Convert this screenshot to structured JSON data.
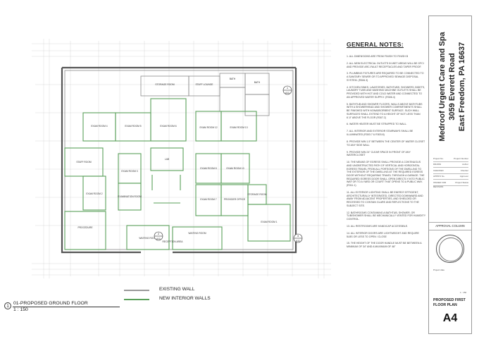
{
  "plan": {
    "rooms": {
      "storage_room": "STORAGE ROOM",
      "staff_lounge": "STAFF LOUNGE",
      "bath_top": "BATH",
      "bath_top2": "BATH",
      "exam_1": "EXAM ROOM 1",
      "exam_2": "EXAM ROOM 2",
      "exam_3": "EXAM ROOM 3",
      "exam_4": "EXAM ROOM 4",
      "exam_5": "EXAM ROOM 5",
      "exam_6": "EXAM ROOM 6",
      "exam_7": "EXAM ROOM 7",
      "exam_8": "EXAM ROOM 8",
      "exam_10": "EXAM ROOM 10",
      "exam_12": "EXAM ROOM 12",
      "exam_13": "EXAM ROOM 13",
      "staff_room": "STAFF ROOM",
      "lab": "LAB",
      "examination_room": "EXAMINATION ROOM",
      "provider_office": "PROVIDER OFFICE",
      "storage_room_2": "STORAGE ROOM",
      "procedure": "PROCEDURE",
      "waiting_room": "WAITING ROOM",
      "waiting_room_2": "WAITING ROOM",
      "reception": "RECEPTION AREA"
    },
    "section_marks": [
      {
        "num": "1",
        "sheet": "A11"
      },
      {
        "num": "2",
        "sheet": "A11"
      },
      {
        "num": "3",
        "sheet": "A11"
      }
    ]
  },
  "notes": {
    "title": "GENERAL NOTES:",
    "items": [
      "1. ALL DIMENSIONS ARE FROM FINISH TO FINISH B",
      "2. ALL NEW ELECTRICAL OUTLETS IN WET AREAS WILL BE GFCI AND PROVIDE ARC-FAULT RECEPTACLES AND TAPER PROOF.",
      "3. PLUMBING FIXTURES ARE REQUIRED TO BE CONNECTED TO A SANITARY SEWER OR TO APPROVED SEWAGE DISPOSAL SYSTEM. (R306.3)",
      "4. KITCHEN SINKS, LAVATORIES, BATHTUBS, SHOWERS, BIDETS, LAUNDRY TUBS AND WASHING MACHINE OUTLETS SHALL BE PROVIDED WITH HOT AND COLD WATER AND CONNECTED TO AN APPROVED WATER SUPPLY. (R306.4)",
      "5. BATHTUB AND SHOWER FLOORS, WALLS ABOVE BATHTUBS WITH A SHOWERHEAD AND SHOWER COMPARTMENTS SHALL BE FINISHED WITH NONABSORBENT SURFACE. SUCH WALL SURFACES SHALL EXTEND TO A HEIGHT OF NOT LESS THAN 6'-0\" ABOVE THE FLOOR (R307.2)",
      "6. WATER HEATER MUST BE STRAPPED TO WALL.",
      "7. ALL INTERIOR AND EXTERIOR STAIRWAYS SHALL BE ILLUMINATED (R303.7 & R303.8)",
      "8. PROVIDE MIN 1.5\" BETWEEN THE CENTER OF WATER CLOSET TO ANY SIDE WALL",
      "9. PROVIDE MIN 24\" CLEAR SPACE IN FRONT OF ANY WATERCLOSET",
      "10. THE MEANS OF EGRESS SHALL PROVIDE A CONTINUOUS AND UNOBSTRUCTED PATH OF VERTICAL AND HORIZONTAL EGRESS TRAVEL FROM ALL PORTIONS OF THE DWELLING TO THE EXTERIOR OF THE DWELLING AT THE REQUIRED EGRESS DOOR WITHOUT REQUIRING TRAVEL THROUGH A GARAGE. THE REQUIRED EGRESS DOOR SHALL OPEN DIRECTLY INTO PUBLIC WAY OR TO A YARD OR COURT THAT OPENS TO A PUBLIC WAY. (R311.1)",
      "11. ALL EXTERIOR LIGHTING SHALL BE ENERGY EFFICIENT, ARCHITECTURALLY INTEGRATED, DIRECTED DOWNWARD AND AWAY FROM ADJACENT PROPERTIES, AND SHIELDED OR RECESSED TO CONTAIN GLARE AND REFLECTIONS TO THE SUBJECT SITE.",
      "12. BATHROOMS CONTAINING A BATHTUB, SHOWER, OR TUB/SHOWER SHALL BE MECHANICALLY VENTED FOR HUMIDITY CONTROL.",
      "13. ALL RESTROOMS ARE HANDICAP ACCESSIBLE.",
      "14. ALL INTERIOR DOORS ARE LIGHTWEIGHT AND REQUIRE 5lbs OR LESS TO OPEN / CLOSE",
      "15. THE HEIGHT OF THE DOOR HANDLE MUST BE BETWEEN A MINIMUM OF 34\" AND A MAXIMUM OF 48\""
    ]
  },
  "title_block": {
    "project_name": "Medroof Urgent Care and Spa",
    "address_line1": "3059 Everett Road",
    "address_line2": "East Freedom, PA 16637",
    "rows": [
      {
        "label": "Project No.",
        "value": "Project Number"
      },
      {
        "label": "DRAWN",
        "value": "Author"
      },
      {
        "label": "CHECKED",
        "value": "Checker"
      },
      {
        "label": "APPR'D No.",
        "value": "Approver"
      },
      {
        "label": "ISSUED FOR",
        "value": "Project Status"
      }
    ],
    "revision_label": "REVISION",
    "approval_label": "APPROVAL COLUMN",
    "date_label": "Project date",
    "scale_label": "1 : 150",
    "sheet_title": "PROPOSED FIRST FLOOR PLAN",
    "sheet_number": "A4"
  },
  "legend": {
    "existing_label": "EXISTING WALL",
    "new_label": "NEW INTERIOR WALLS",
    "existing_color": "#9a9a9a",
    "new_color": "#5aa05a"
  },
  "view": {
    "number": "1",
    "name": "01-PROPOSED GROUND FLOOR",
    "scale": "1 : 150"
  }
}
